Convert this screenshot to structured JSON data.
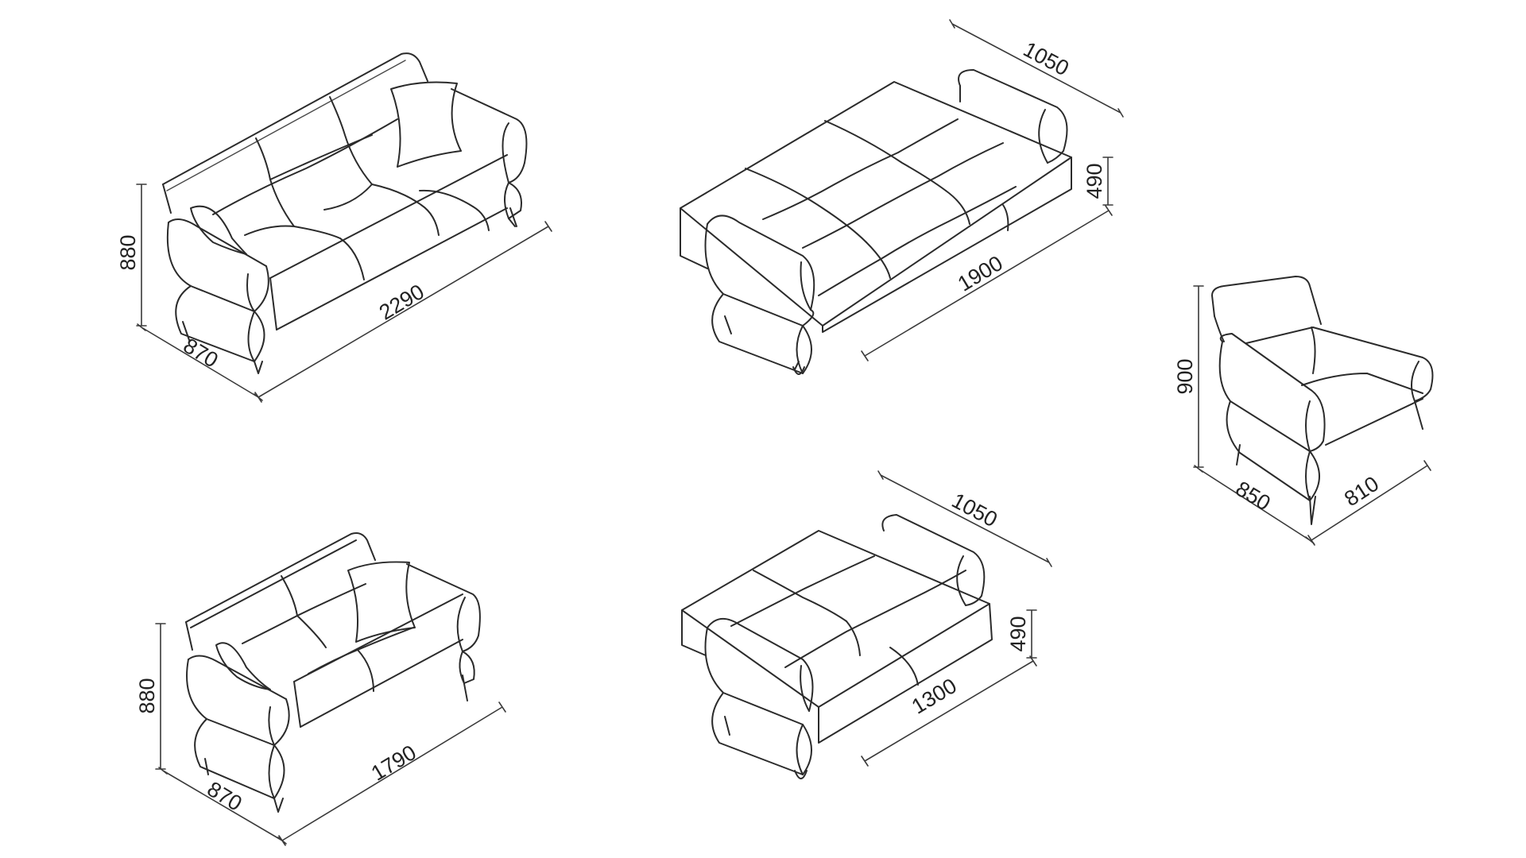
{
  "diagram": {
    "line_color": "#2b2b2b",
    "background": "#ffffff"
  },
  "sofa_3_seat": {
    "height": "880",
    "depth": "870",
    "width": "2290"
  },
  "sofa_3_seat_bed": {
    "bed_depth": "1050",
    "seat_height": "490",
    "bed_length": "1900"
  },
  "armchair": {
    "height": "900",
    "depth": "850",
    "width": "810"
  },
  "sofa_2_seat": {
    "height": "880",
    "depth": "870",
    "width": "1790"
  },
  "sofa_2_seat_bed": {
    "bed_depth": "1050",
    "seat_height": "490",
    "bed_length": "1300"
  }
}
